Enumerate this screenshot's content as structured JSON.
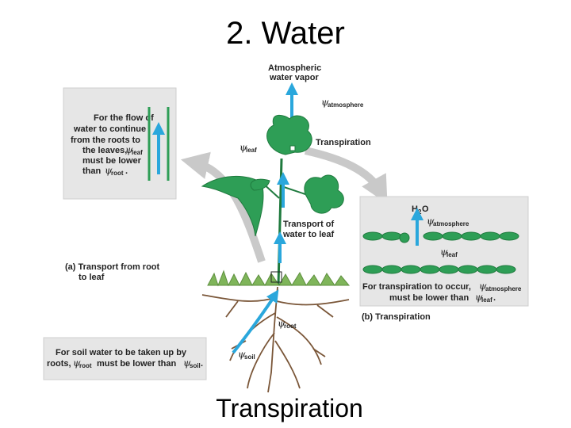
{
  "slide": {
    "title": "2.  Water",
    "caption": "Transpiration"
  },
  "diagram": {
    "top_label": [
      "Atmospheric",
      "water vapor"
    ],
    "psi_symbol": "ψ",
    "psi_atmosphere_sub": "atmosphere",
    "psi_leaf_sub": "leaf",
    "psi_root_sub": "root",
    "psi_soil_sub": "soil",
    "transpiration_label": "Transpiration",
    "transport_label": [
      "Transport of",
      "water to leaf"
    ],
    "box_flow": {
      "lines": [
        "For the flow of",
        "water to continue",
        "from the roots to",
        "the leaves,"
      ],
      "line5_sub": "leaf",
      "line6": "must be lower",
      "line7_prefix": "than",
      "line7_sub": "root",
      "period": "."
    },
    "caption_a": [
      "(a) Transport from root",
      "to leaf"
    ],
    "box_soil": {
      "line1": "For soil water to be taken up by",
      "line2_prefix": "roots,",
      "line2_sub": "root",
      "line2_mid": "must be lower than",
      "line2_sub2": "soil",
      "period": "."
    },
    "box_b": {
      "h2o_h": "H",
      "h2o_2": "2",
      "h2o_o": "O",
      "atm_sub": "atmosphere",
      "leaf_sub": "leaf",
      "bottom_line1_prefix": "For transpiration to occur,",
      "bottom_line1_sub": "atmosphere",
      "bottom_line2_prefix": "must be lower than",
      "bottom_line2_sub": "leaf",
      "period": "."
    },
    "caption_b": "(b) Transpiration",
    "colors": {
      "arrow_blue": "#2aa7dc",
      "leaf_green": "#2e9e56",
      "dark_green": "#1f7a3e",
      "panel_gray": "#e6e6e6",
      "root_brown": "#7a5638"
    }
  }
}
